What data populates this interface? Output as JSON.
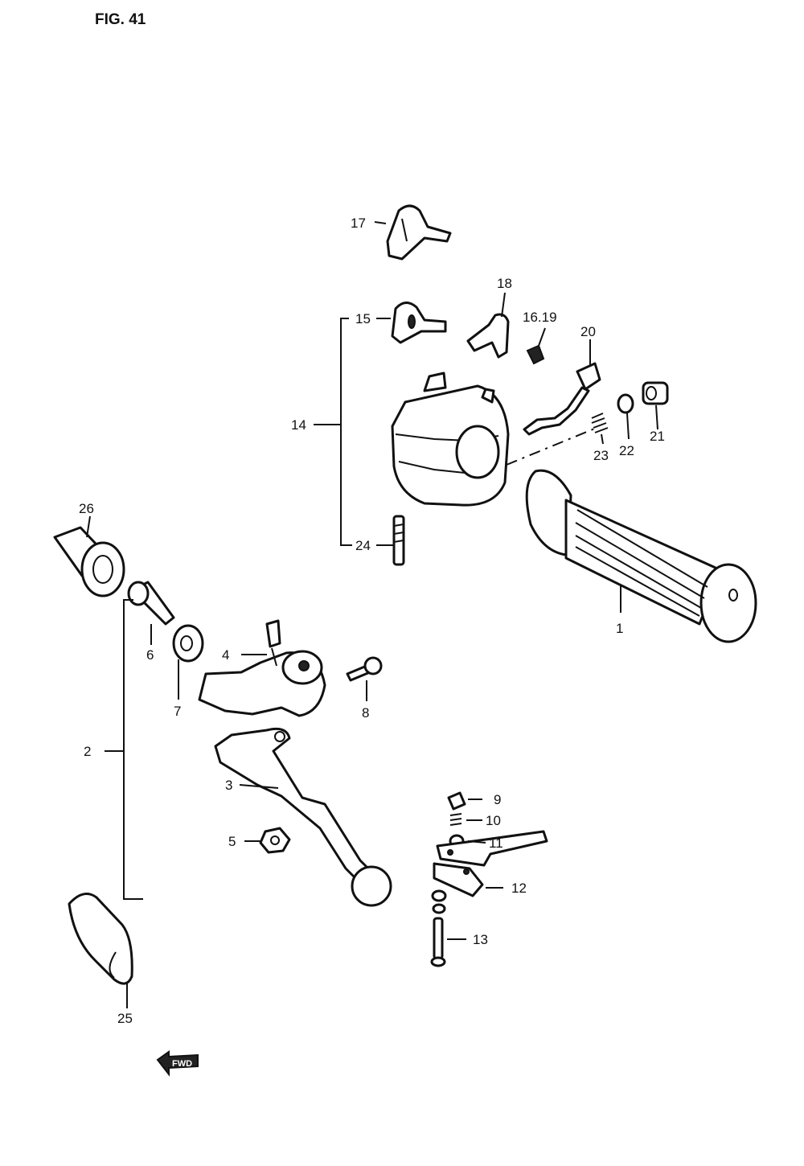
{
  "figure_label": "FIG. 41",
  "fwd_mark": "FWD",
  "callouts": {
    "c1": "1",
    "c2": "2",
    "c3": "3",
    "c4": "4",
    "c5": "5",
    "c6": "6",
    "c7": "7",
    "c8": "8",
    "c9": "9",
    "c10": "10",
    "c11": "11",
    "c12": "12",
    "c13": "13",
    "c14": "14",
    "c15": "15",
    "c16_19": "16.19",
    "c17": "17",
    "c18": "18",
    "c20": "20",
    "c21": "21",
    "c22": "22",
    "c23": "23",
    "c24": "24",
    "c25": "25",
    "c26": "26"
  }
}
